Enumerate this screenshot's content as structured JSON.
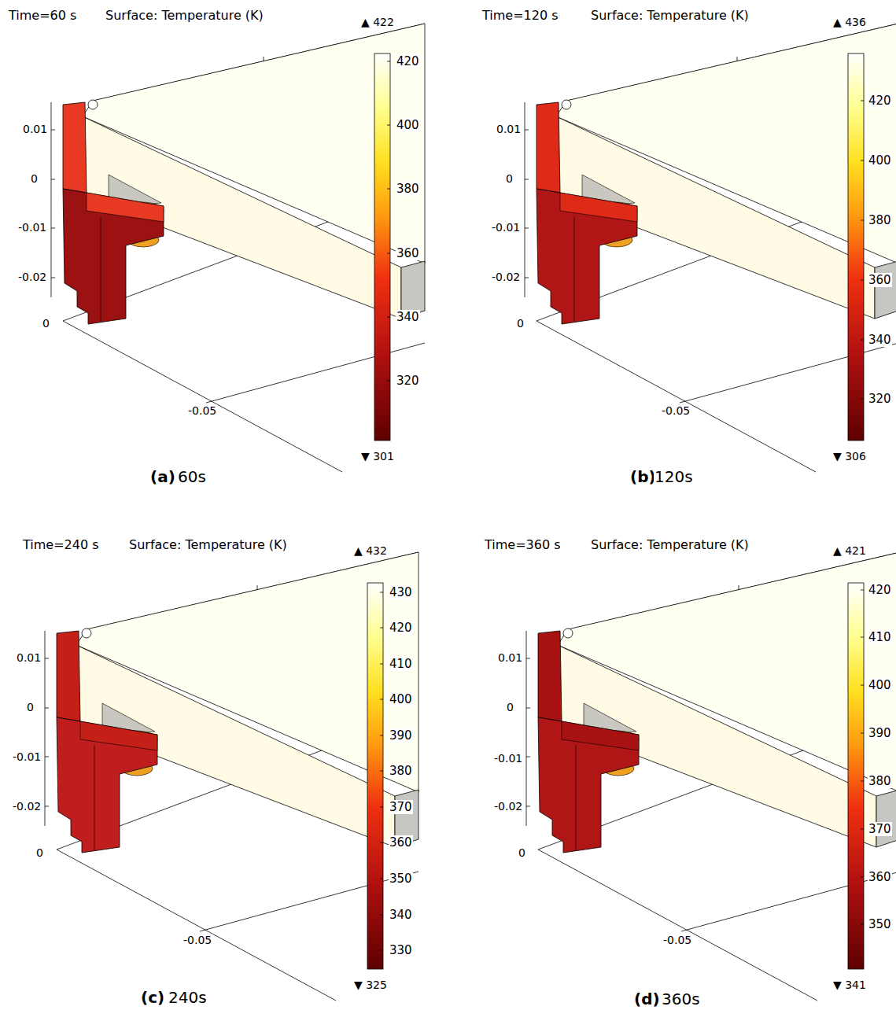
{
  "diagram": {
    "labels": [
      "Time=60 s",
      "Surface: Temperature (K)",
      "▲ 422",
      "420",
      "400",
      "380",
      "360",
      "340",
      "320",
      "▼ 301",
      "0.01",
      "0",
      "-0.01",
      "-0.02",
      "0",
      "-0.05",
      "(a)",
      "60s",
      "Time=120 s",
      "Surface: Temperature (K)",
      "▲ 436",
      "420",
      "400",
      "380",
      "360",
      "340",
      "320",
      "▼ 306",
      "0.01",
      "0",
      "-0.01",
      "-0.02",
      "0",
      "-0.05",
      "(b)",
      "120s",
      "Time=240 s",
      "Surface: Temperature (K)",
      "▲ 432",
      "430",
      "420",
      "410",
      "400",
      "390",
      "380",
      "370",
      "360",
      "350",
      "340",
      "330",
      "▼ 325",
      "0.01",
      "0",
      "-0.01",
      "-0.02",
      "0",
      "-0.05",
      "(c)",
      "240s",
      "Time=360 s",
      "Surface: Temperature (K)",
      "▲ 421",
      "420",
      "410",
      "400",
      "390",
      "380",
      "370",
      "360",
      "350",
      "▼ 341",
      "0.01",
      "0",
      "-0.01",
      "-0.02",
      "0",
      "-0.05",
      "(d)",
      "360s"
    ]
  }
}
